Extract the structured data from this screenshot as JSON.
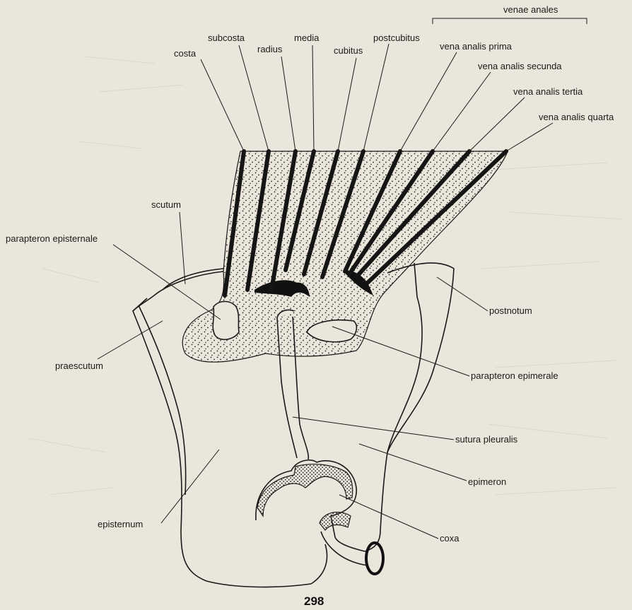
{
  "labels": {
    "venae_anales": "venae anales",
    "costa": "costa",
    "subcosta": "subcosta",
    "radius": "radius",
    "media": "media",
    "cubitus": "cubitus",
    "postcubitus": "postcubitus",
    "vena_analis_prima": "vena analis prima",
    "vena_analis_secunda": "vena analis secunda",
    "vena_analis_tertia": "vena analis tertia",
    "vena_analis_quarta": "vena analis quarta",
    "scutum": "scutum",
    "parapteron_episternale": "parapteron episternale",
    "praescutum": "praescutum",
    "postnotum": "postnotum",
    "parapteron_epimerale": "parapteron epimerale",
    "sutura_pleuralis": "sutura pleuralis",
    "epimeron": "epimeron",
    "episternum": "episternum",
    "coxa": "coxa"
  },
  "page_number": "298",
  "colors": {
    "paper": "#ebe6dc",
    "ink": "#1a1a1a"
  }
}
